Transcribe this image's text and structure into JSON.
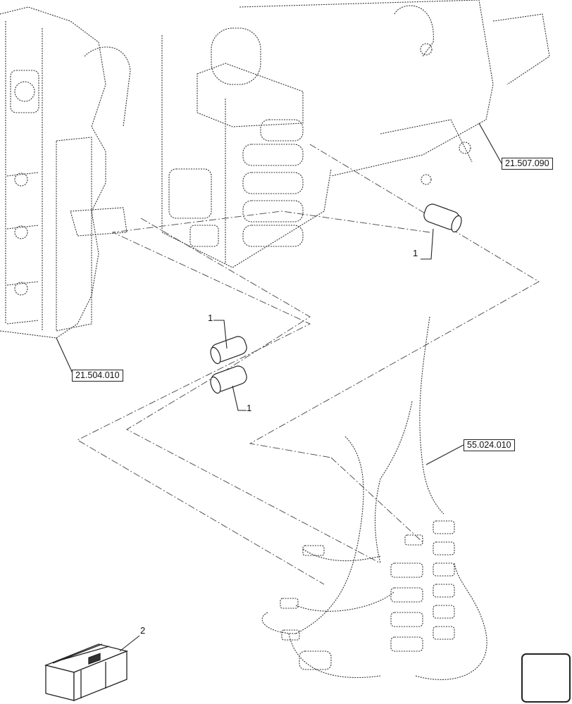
{
  "diagram": {
    "references": [
      {
        "id": "ref-21-507-090",
        "label": "21.507.090"
      },
      {
        "id": "ref-21-504-010",
        "label": "21.504.010"
      },
      {
        "id": "ref-55-024-010",
        "label": "55.024.010"
      }
    ],
    "callouts": [
      {
        "id": "callout-1-right",
        "label": "1"
      },
      {
        "id": "callout-1-top",
        "label": "1"
      },
      {
        "id": "callout-1-bottom",
        "label": "1"
      },
      {
        "id": "callout-2",
        "label": "2"
      }
    ],
    "nav_icon": "next-page-arrow-icon"
  }
}
